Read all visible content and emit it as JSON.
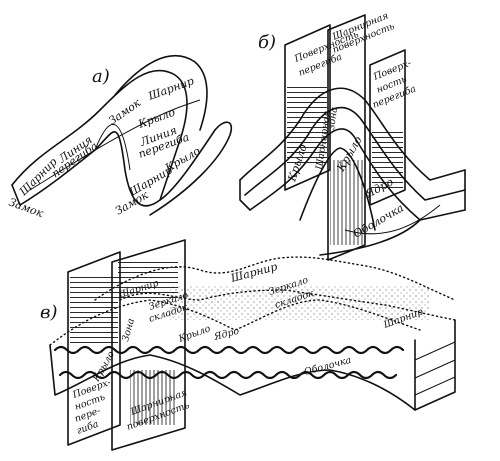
{
  "panels": {
    "a": {
      "letter": "а)",
      "labels": {
        "hinge_top": "Шарнир",
        "lock_top": "Замок",
        "wing_top": "Крыло",
        "line_top_1": "Линия",
        "line_top_2": "перегиба",
        "wing_right": "Крыло",
        "line_left_1": "Линия",
        "line_left_2": "перегиба",
        "hinge_left": "Шарнир",
        "lock_left": "Замок",
        "hinge_bottom": "Шарнир",
        "lock_bottom": "Замок"
      }
    },
    "b": {
      "letter": "б)",
      "labels": {
        "surface_inflection_1": "Поверхность",
        "surface_inflection_2": "перегиба",
        "hinge_surface_1": "Шарнирная",
        "hinge_surface_2": "поверхность",
        "surface_right_1": "Поверх-",
        "surface_right_2": "ность",
        "surface_right_3": "перегиба",
        "hinge_zone_1": "Шарнирная",
        "hinge_zone_2": "зона",
        "wing_left": "Крыло",
        "wing_center": "Крыло",
        "core": "Ядро",
        "shell": "Оболочка"
      }
    },
    "c": {
      "letter": "в)",
      "labels": {
        "hinge_top": "Шарнир",
        "mirror_right_1": "Зеркало",
        "mirror_right_2": "складок",
        "hinge_left": "Шарнир",
        "mirror_left_1": "Зеркало",
        "mirror_left_2": "складок",
        "hinge_zone": "Зона",
        "wing_1": "Крыло",
        "wing_2": "Крыло",
        "core": "Ядро",
        "shell": "Оболочка",
        "hinge_right": "Шарнир",
        "surface_inflection_1": "Поверх-",
        "surface_inflection_2": "ность",
        "surface_inflection_3": "пере-",
        "surface_inflection_4": "гиба",
        "hinge_surface_1": "Шарнирная",
        "hinge_surface_2": "поверхность"
      }
    }
  },
  "colors": {
    "ink": "#111111",
    "paper": "#ffffff"
  }
}
